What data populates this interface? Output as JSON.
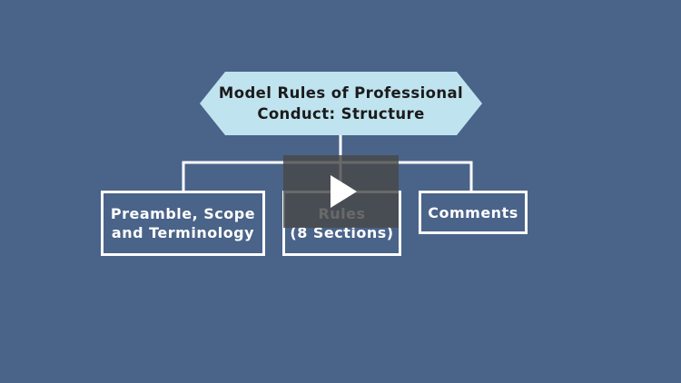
{
  "diagram": {
    "root": {
      "label_line1": "Model Rules of Professional",
      "label_line2": "Conduct:  Structure"
    },
    "children": [
      {
        "id": "preamble",
        "label": "Preamble, Scope\nand Terminology"
      },
      {
        "id": "rules",
        "label": "Rules\n(8 Sections)"
      },
      {
        "id": "comments",
        "label": "Comments"
      }
    ]
  },
  "player": {
    "play_icon": "play-icon"
  },
  "colors": {
    "background": "#4a6389",
    "root_fill": "#bfe3ef",
    "box_border": "#ffffff",
    "overlay": "#484848"
  }
}
